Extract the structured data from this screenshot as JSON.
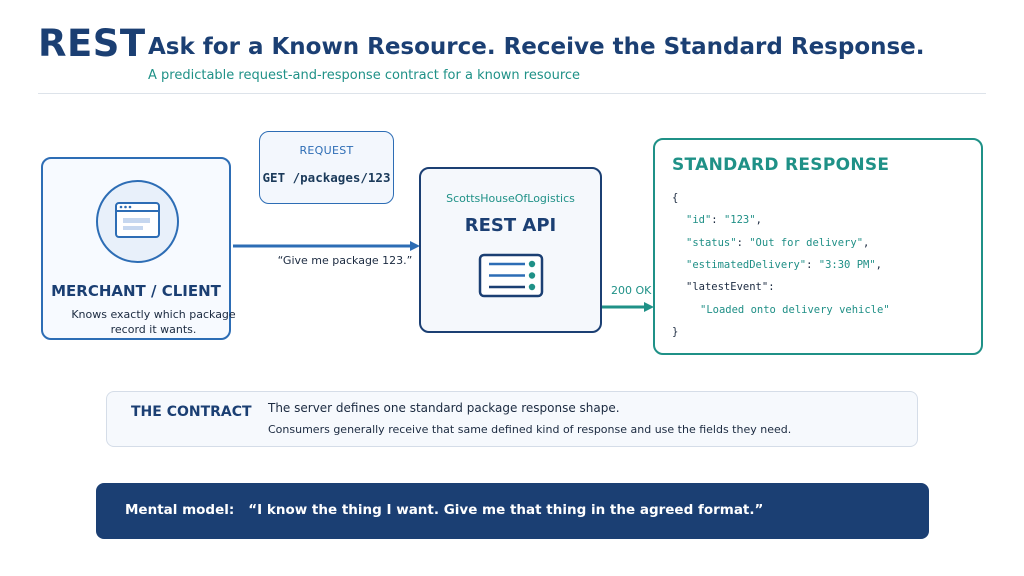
{
  "header": {
    "rest": "REST",
    "title": "Ask for a Known Resource. Receive the Standard Response.",
    "subtitle": "A predictable request-and-response contract for a known resource"
  },
  "client": {
    "icon": "browser-window-icon",
    "title": "MERCHANT / CLIENT",
    "desc_line1": "Knows exactly which package",
    "desc_line2": "record it wants."
  },
  "request": {
    "label": "REQUEST",
    "path": "GET /packages/123",
    "caption": "“Give me package 123.”"
  },
  "api": {
    "org": "ScottsHouseOfLogistics",
    "title": "REST API",
    "icon": "server-list-icon"
  },
  "status": {
    "label": "200 OK"
  },
  "response": {
    "title": "STANDARD RESPONSE",
    "open_brace": "{",
    "lines": [
      {
        "key": "\"id\"",
        "sep": ": ",
        "value": "\"123\"",
        "end": ","
      },
      {
        "key": "\"status\"",
        "sep": ": ",
        "value": "\"Out for delivery\"",
        "end": ","
      },
      {
        "key": "\"estimatedDelivery\"",
        "sep": ": ",
        "value": "\"3:30 PM\"",
        "end": ","
      },
      {
        "key": "\"latestEvent\"",
        "sep": ":",
        "value": "",
        "end": ""
      }
    ],
    "nested_value": "\"Loaded onto delivery vehicle\"",
    "close_brace": "}"
  },
  "contract": {
    "title": "THE CONTRACT",
    "line1": "The server defines one standard package response shape.",
    "line2": "Consumers generally receive that same defined kind of response and use the fields they need."
  },
  "banner": {
    "label": "Mental model:",
    "quote": "“I know the thing I want. Give me that thing in the agreed format.”"
  },
  "colors": {
    "navy": "#1b3f73",
    "blue": "#2d6db5",
    "teal": "#1f9187"
  }
}
